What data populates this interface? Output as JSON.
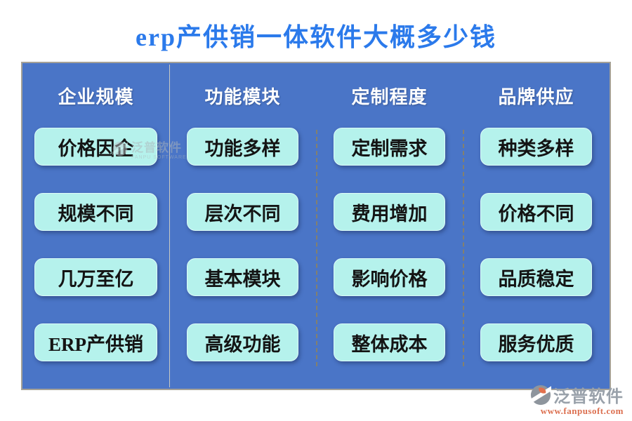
{
  "title": "erp产供销一体软件大概多少钱",
  "columns": [
    {
      "header": "企业规模",
      "items": [
        "价格因企",
        "规模不同",
        "几万至亿",
        "ERP产供销"
      ]
    },
    {
      "header": "功能模块",
      "items": [
        "功能多样",
        "层次不同",
        "基本模块",
        "高级功能"
      ]
    },
    {
      "header": "定制程度",
      "items": [
        "定制需求",
        "费用增加",
        "影响价格",
        "整体成本"
      ]
    },
    {
      "header": "品牌供应",
      "items": [
        "种类多样",
        "价格不同",
        "品质稳定",
        "服务优质"
      ]
    }
  ],
  "watermark": {
    "name": "泛普软件",
    "subtitle": "FANPU SOFTWARE"
  },
  "footer": {
    "brand": "泛普软件",
    "url": "www.fanpusoft.com"
  },
  "colors": {
    "title_blue": "#2b7aeb",
    "panel_blue": "#4a75c7",
    "button_cyan": "#b5f2ec",
    "url_orange": "#dc6f4f",
    "brand_gray": "#99a1aa"
  }
}
